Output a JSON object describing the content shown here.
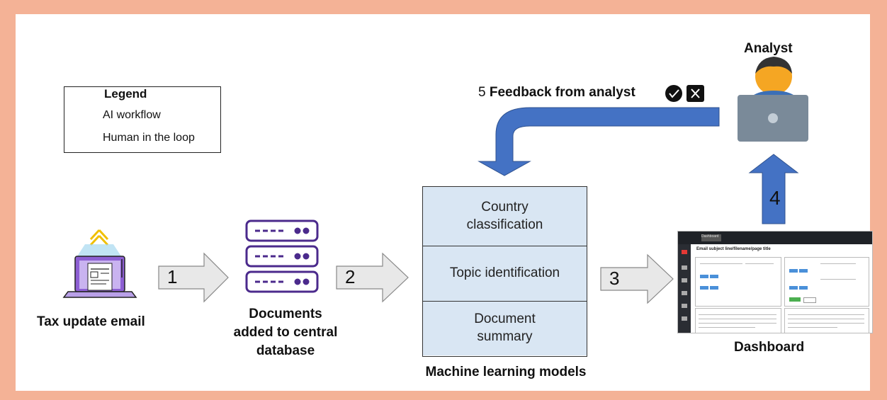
{
  "legend": {
    "title": "Legend",
    "ai_workflow": "AI workflow",
    "human_in_loop": "Human in the loop"
  },
  "nodes": {
    "email": "Tax update email",
    "database_line1": "Documents",
    "database_line2": "added to central",
    "database_line3": "database",
    "ml_models": "Machine learning models",
    "dashboard": "Dashboard",
    "analyst": "Analyst"
  },
  "ml_box": {
    "country_line1": "Country",
    "country_line2": "classification",
    "topic": "Topic identification",
    "summary_line1": "Document",
    "summary_line2": "summary"
  },
  "steps": {
    "step1": "1",
    "step2": "2",
    "step3": "3",
    "step4": "4",
    "feedback_number": "5",
    "feedback_label": "Feedback from analyst"
  },
  "dashboard_mock": {
    "title": "Email subject line/filename/page title",
    "tab": "Dashboard"
  },
  "colors": {
    "frame": "#f4b296",
    "human_arrow": "#4472c4",
    "ai_arrow": "#e8e8e8",
    "ml_cell": "#d9e6f3",
    "server": "#4b2a8c"
  }
}
